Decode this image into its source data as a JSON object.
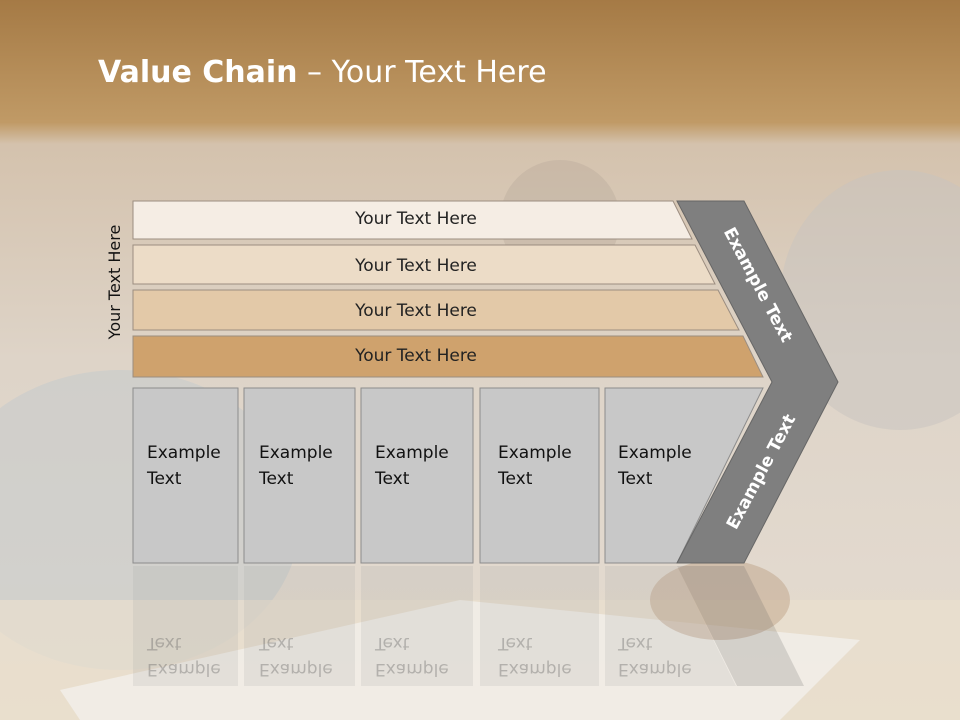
{
  "slide": {
    "title_bold": "Value Chain",
    "title_rest": " – Your Text Here",
    "side_label": "Your Text Here"
  },
  "rows": [
    {
      "label": "Your Text Here",
      "color": "#f5ede4"
    },
    {
      "label": "Your Text Here",
      "color": "#ecdcc7"
    },
    {
      "label": "Your Text Here",
      "color": "#e3c9a8"
    },
    {
      "label": "Your Text Here",
      "color": "#cfa26d"
    }
  ],
  "columns": [
    {
      "line1": "Example",
      "line2": "Text"
    },
    {
      "line1": "Example",
      "line2": "Text"
    },
    {
      "line1": "Example",
      "line2": "Text"
    },
    {
      "line1": "Example",
      "line2": "Text"
    },
    {
      "line1": "Example",
      "line2": "Text"
    }
  ],
  "chevron": {
    "upper_label": "Example Text",
    "lower_label": "Example Text",
    "color": "#7f7f7f"
  },
  "colors": {
    "header_band": "#b5884e",
    "column_fill": "#c8c8c8"
  }
}
